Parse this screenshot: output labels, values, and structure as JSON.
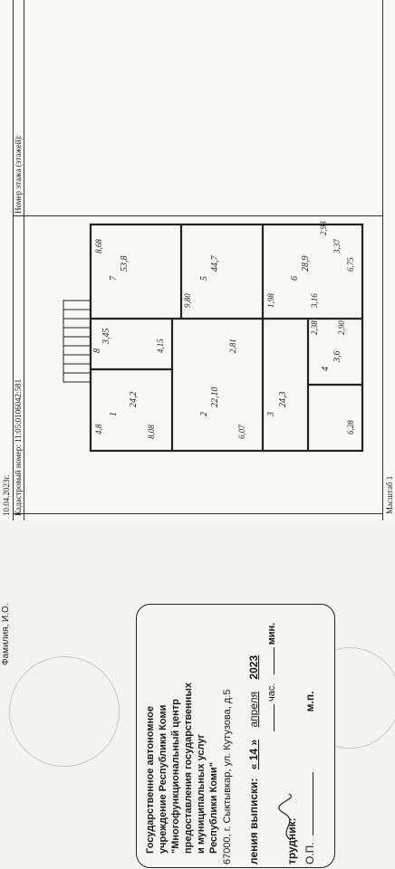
{
  "sheet": {
    "date": "10.04.2023г.",
    "cadastral_label": "Кадастровый номер: 11:05:0106042:581",
    "floor_label": "Номер этажа (этажей):",
    "scale_label": "Масштаб 1"
  },
  "plan": {
    "rooms": [
      {
        "num": "1",
        "area": "24,2"
      },
      {
        "num": "2",
        "area": "22,10"
      },
      {
        "num": "3",
        "area": "24,3"
      },
      {
        "num": "4",
        "area": "3,6"
      },
      {
        "num": "5",
        "area": "44,7"
      },
      {
        "num": "6",
        "area": "28,9"
      },
      {
        "num": "7",
        "area": "53,8"
      },
      {
        "num": "8",
        "area": "3,45"
      }
    ],
    "dims": [
      "4,8",
      "8,08",
      "6,07",
      "8,68",
      "6,28",
      "6,75",
      "2,90",
      "2,38",
      "3,16",
      "3,37",
      "2,93",
      "9,80",
      "4,15",
      "1,98",
      "2,81"
    ]
  },
  "stamp": {
    "signer_label": "Фамилия, И.О.",
    "org": [
      "Государственное автономное",
      "учреждение Республики Коми",
      "\"Многофункциональный центр",
      "предоставления государственных",
      "и муниципальных услуг",
      "Республики Коми\""
    ],
    "address": "67000, г. Сыктывкар, ул. Кутузова, д.5",
    "issue_label": "ления выписки:",
    "issue_day": "« 14 »",
    "issue_month": "апреля",
    "issue_year": "2023",
    "time_hours": "час.",
    "time_min": "мин.",
    "employee_label": "трудник:",
    "employee_initials": "О.П.",
    "mp_label": "м.п."
  }
}
